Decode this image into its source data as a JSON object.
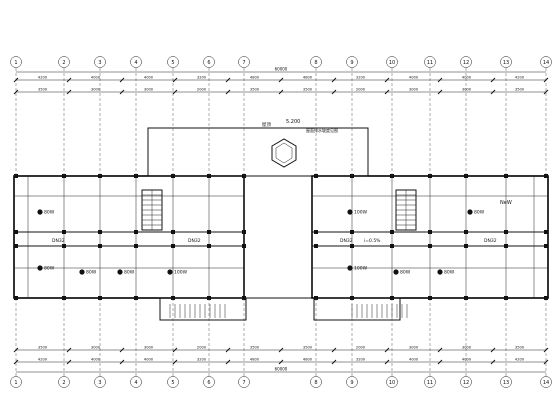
{
  "axes": {
    "top": [
      "1",
      "2",
      "3",
      "4",
      "5",
      "6",
      "7",
      "8",
      "9",
      "10",
      "11",
      "12",
      "13",
      "14"
    ],
    "bottom": [
      "1",
      "2",
      "3",
      "4",
      "5",
      "6",
      "7",
      "8",
      "9",
      "10",
      "11",
      "12",
      "13",
      "14"
    ]
  },
  "dimensions": {
    "overall": "60000",
    "top_row": [
      "4200",
      "4000",
      "4000",
      "3200",
      "4800",
      "4800",
      "3200",
      "4000",
      "4000",
      "4200"
    ],
    "top_sub": [
      "3500",
      "3000",
      "3000",
      "2000",
      "3500",
      "3500",
      "2000",
      "3000",
      "3000",
      "3500"
    ],
    "bottom_row": [
      "4200",
      "4000",
      "4000",
      "3200",
      "4800",
      "4800",
      "3200",
      "4000",
      "4000",
      "4200"
    ],
    "bottom_sub": [
      "3500",
      "3000",
      "3000",
      "2000",
      "3500",
      "3500",
      "2000",
      "3000",
      "3000",
      "3500"
    ]
  },
  "labels": {
    "slope": "5.200",
    "roof_note": "屋顶",
    "note2": "屋面排水坡度见图",
    "fixtures": [
      "80W",
      "80W",
      "80W",
      "80W",
      "100W",
      "100W",
      "100W",
      "80W",
      "80W",
      "80W"
    ],
    "pipes": [
      "DN32",
      "DN32",
      "DN32",
      "DN32",
      "i=0.5%"
    ],
    "right_note": "NeW"
  }
}
